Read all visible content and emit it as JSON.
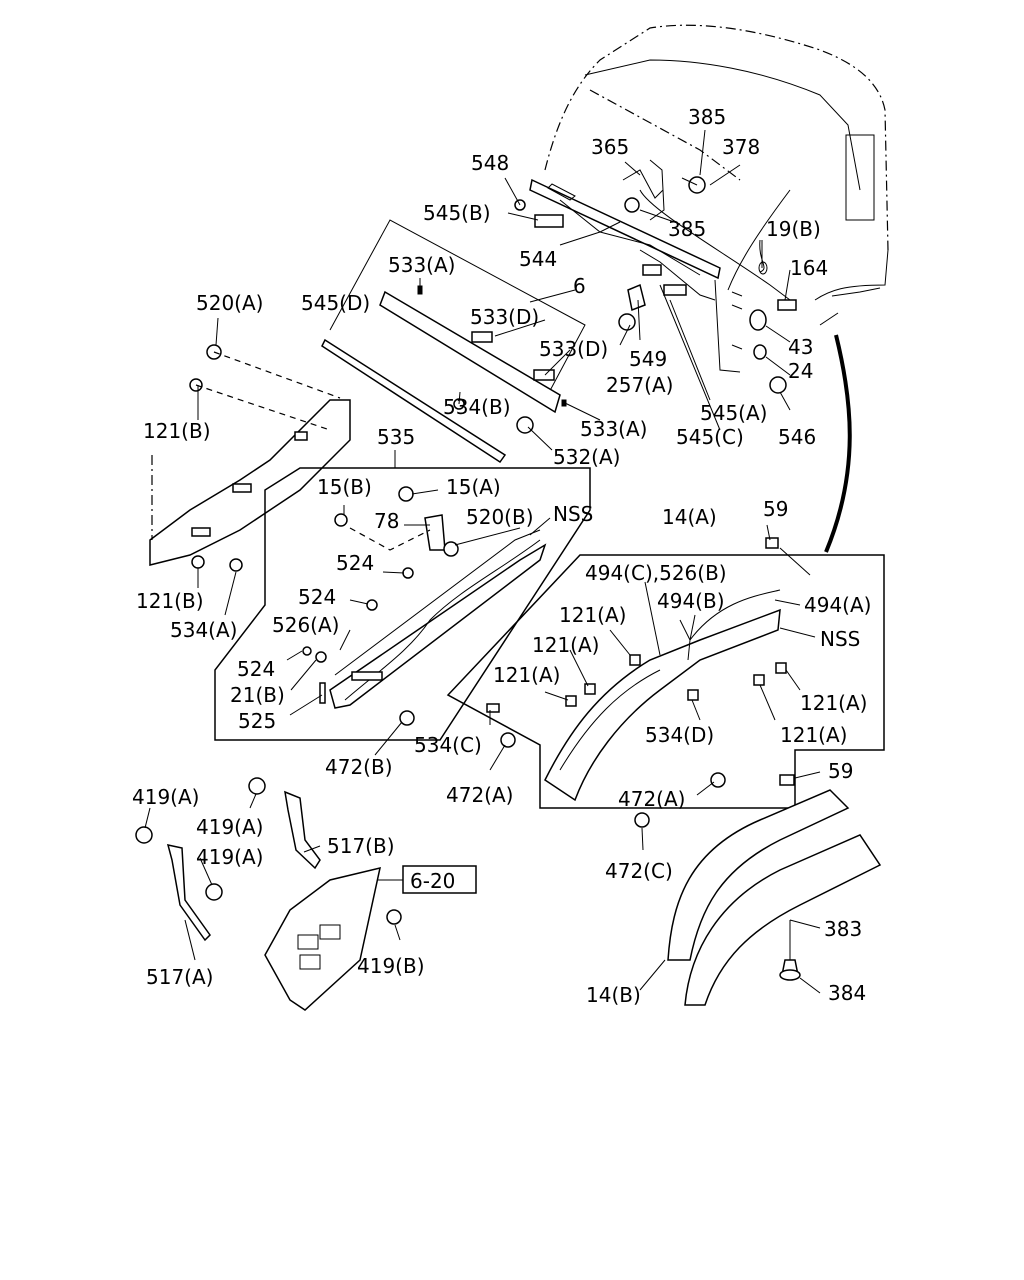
{
  "labels": {
    "l385a": "385",
    "l378": "378",
    "l548": "548",
    "l365": "365",
    "l385b": "385",
    "l545b": "545(B)",
    "l19b": "19(B)",
    "l544": "544",
    "l533a_top": "533(A)",
    "l164": "164",
    "l6": "6",
    "l520a": "520(A)",
    "l545d": "545(D)",
    "l533d_1": "533(D)",
    "l43": "43",
    "l533d_2": "533(D)",
    "l549": "549",
    "l24": "24",
    "l257a": "257(A)",
    "l534b": "534(B)",
    "l545a": "545(A)",
    "l121b_top": "121(B)",
    "l533a_bot": "533(A)",
    "l546": "546",
    "l545c": "545(C)",
    "l535": "535",
    "l532a": "532(A)",
    "l15b": "15(B)",
    "l15a": "15(A)",
    "l59_top": "59",
    "l78": "78",
    "l520b": "520(B)",
    "l nss_left": "",
    "lnss1": "NSS",
    "l14a": "14(A)",
    "l524_1": "524",
    "l494c526b": "494(C),526(B)",
    "l524_2": "524",
    "l494b": "494(B)",
    "l494a": "494(A)",
    "l121b_bot": "121(B)",
    "l121a_1": "121(A)",
    "l526a": "526(A)",
    "lnss2": "NSS",
    "l534a": "534(A)",
    "l121a_2": "121(A)",
    "l524_3": "524",
    "l121a_3": "121(A)",
    "l121a_4": "121(A)",
    "l21b": "21(B)",
    "l525": "525",
    "l534c": "534(C)",
    "l534d": "534(D)",
    "l121a_5": "121(A)",
    "l472b": "472(B)",
    "l59_bot": "59",
    "l472a_1": "472(A)",
    "l419a_1": "419(A)",
    "l472a_2": "472(A)",
    "l419a_2": "419(A)",
    "l517b": "517(B)",
    "l419a_3": "419(A)",
    "l472c": "472(C)",
    "l620": "6-20",
    "l383": "383",
    "l419b": "419(B)",
    "l517a": "517(A)",
    "l14b": "14(B)",
    "l384": "384"
  }
}
